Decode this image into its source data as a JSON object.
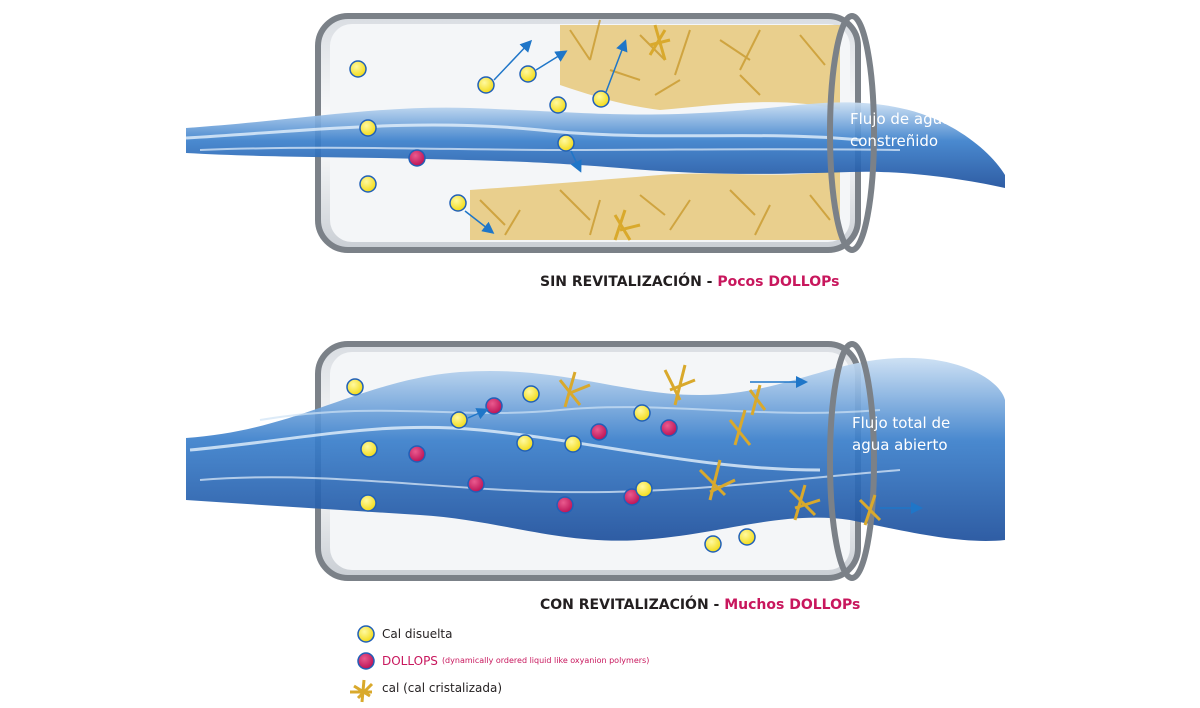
{
  "panel_top": {
    "caption_main": "SIN REVITALIZACIÓN",
    "caption_sep": " - ",
    "caption_accent": "Pocos DOLLOPs",
    "flow_label_line1": "Flujo de agua",
    "flow_label_line2": "constreñido"
  },
  "panel_bottom": {
    "caption_main": "CON REVITALIZACIÓN",
    "caption_sep": " - ",
    "caption_accent": "Muchos DOLLOPs",
    "flow_label_line1": "Flujo total de",
    "flow_label_line2": "agua abierto"
  },
  "legend": {
    "items": [
      {
        "symbol": "yellow-dot",
        "label": "Cal disuelta",
        "note": ""
      },
      {
        "symbol": "pink-dot",
        "label": "DOLLOPS",
        "note": "(dynamically ordered liquid like oxyanion polymers)"
      },
      {
        "symbol": "scale-crystal",
        "label": "cal (cal cristalizada)",
        "note": ""
      }
    ]
  },
  "colors": {
    "water_dark": "#1f5fb0",
    "water_light": "#9fc6ea",
    "dissolved_lime": "#f5e21a",
    "dollop": "#c8175d",
    "scale": "#e0b74e",
    "arrow": "#1f76c8",
    "accent_text": "#c8175d"
  }
}
